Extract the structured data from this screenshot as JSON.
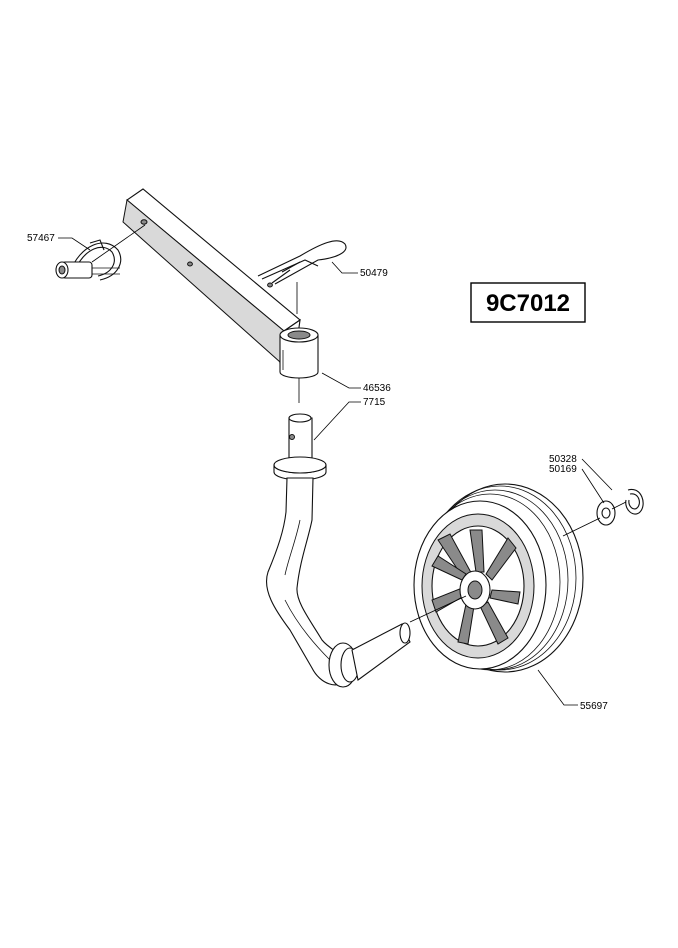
{
  "diagram_number": "9C7012",
  "parts": {
    "lynch_pin": "57467",
    "hair_pin": "50479",
    "sleeve": "46536",
    "axle_leg": "7715",
    "retaining_ring": "50328",
    "washer": "50169",
    "wheel": "55697"
  },
  "colors": {
    "line": "#111111",
    "shade": "#d9d9d9",
    "background": "#ffffff"
  }
}
